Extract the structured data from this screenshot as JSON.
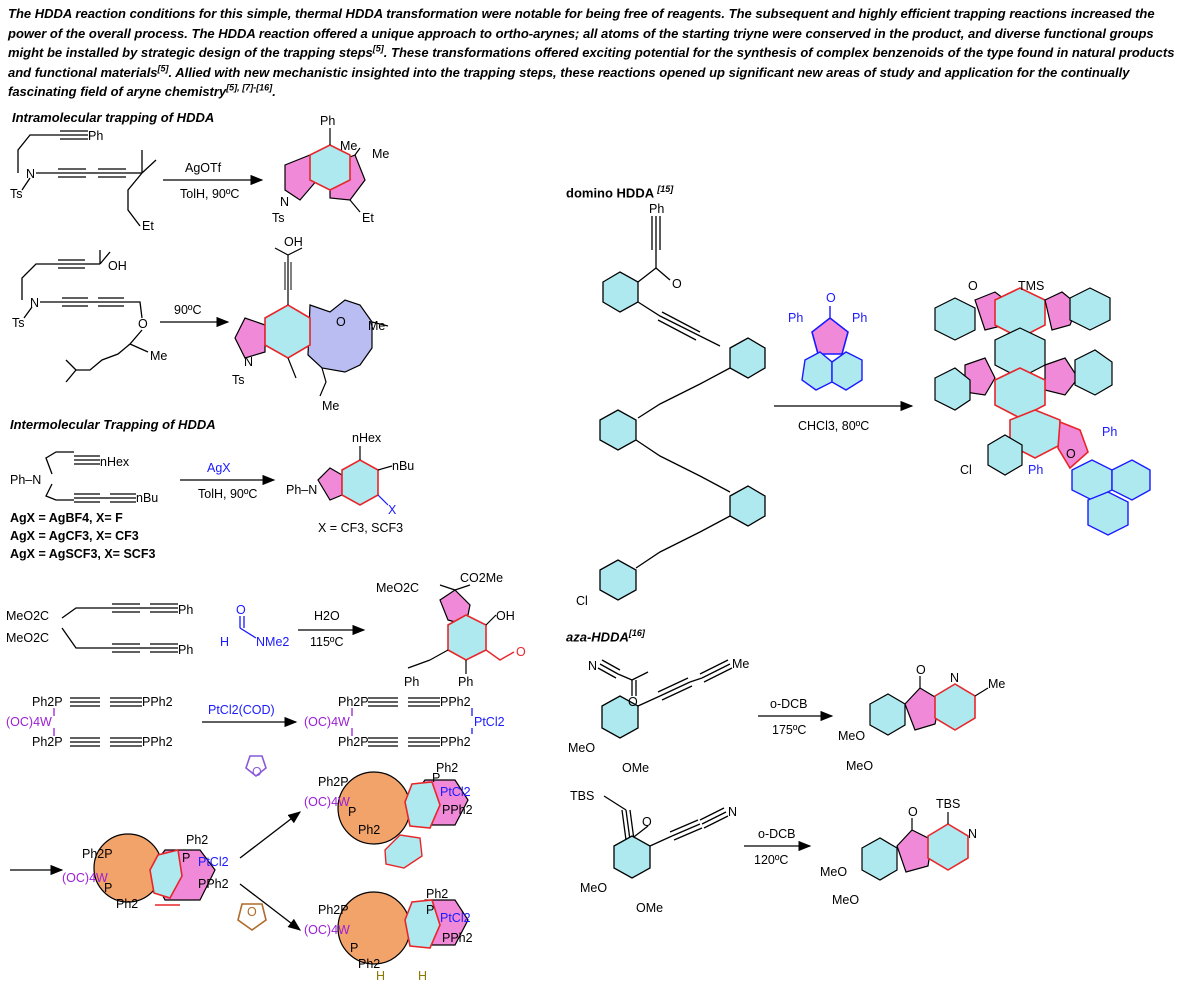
{
  "intro": {
    "text": "The HDDA reaction conditions for this simple, thermal HDDA transformation were notable for being free of reagents. The subsequent and highly efficient trapping reactions increased the power of the overall process. The HDDA reaction offered a unique approach to ortho-arynes; all atoms of the starting triyne were conserved in the product, and diverse functional groups might be installed by strategic design of the trapping steps",
    "ref1": "[5]",
    "text2": ". These transformations offered exciting potential for the synthesis of complex benzenoids of the type found in natural products and functional materials",
    "ref2": "[5]",
    "text3": ". Allied with new mechanistic insighted into the trapping steps, these reactions opened up significant new areas of study and application for the continually fascinating field of aryne chemistry",
    "ref3": "[5], [7]-[16]",
    "text4": "."
  },
  "sections": {
    "intramolecular": "Intramolecular trapping of HDDA",
    "intermolecular": "Intermolecular Trapping of HDDA",
    "domino": "domino HDDA",
    "domino_ref": "[15]",
    "aza": "aza-HDDA",
    "aza_ref": "[16]"
  },
  "conditions": {
    "r1_top": "AgOTf",
    "r1_bottom": "TolH, 90ºC",
    "r2_top": "90ºC",
    "r3_top": "AgX",
    "r3_bottom": "TolH, 90ºC",
    "r4_top": "H2O",
    "r4_bottom": "115ºC",
    "r5_top": "PtCl2(COD)",
    "domino_bottom": "CHCl3, 80ºC",
    "aza1_top": "o-DCB",
    "aza1_bottom": "175ºC",
    "aza2_top": "o-DCB",
    "aza2_bottom": "120ºC"
  },
  "agx_notes": {
    "line1": "AgX = AgBF4, X= F",
    "line2": "AgX = AgCF3, X= CF3",
    "line3": "AgX = AgSCF3, X= SCF3",
    "product_x": "X = CF3, SCF3"
  },
  "labels": {
    "Ph": "Ph",
    "Ts": "Ts",
    "N": "N",
    "Me": "Me",
    "Et": "Et",
    "OH": "OH",
    "O": "O",
    "Hex": "nHex",
    "Bu": "nBu",
    "X": "X",
    "Cl": "Cl",
    "TMS": "TMS",
    "TBS": "TBS",
    "OMe": "MeO",
    "OMe2": "OMe",
    "MeO2C": "MeO2C",
    "CO2Me": "CO2Me",
    "PPh2": "PPh2",
    "Ph2P": "Ph2P",
    "W": "(OC)4W",
    "PtCl2": "PtCl2",
    "Ph2": "Ph2",
    "P": "P",
    "H": "H",
    "NMe2": "NMe2",
    "PhN": "Ph–N"
  },
  "colors": {
    "aryne_ring_fill": "#aee9f0",
    "aryne_ring_edge": "#e8262a",
    "cyclopentane_fill": "#f08ad8",
    "oxocane_fill": "#b9bdf2",
    "metallacycle_fill": "#f2a36a",
    "trap_blue": "#1a1aff",
    "tungsten_purple": "#9b1fd6",
    "furan_purple": "#8a5ad6",
    "thf_brown": "#b06a2a",
    "h_olive": "#8a7a00"
  }
}
